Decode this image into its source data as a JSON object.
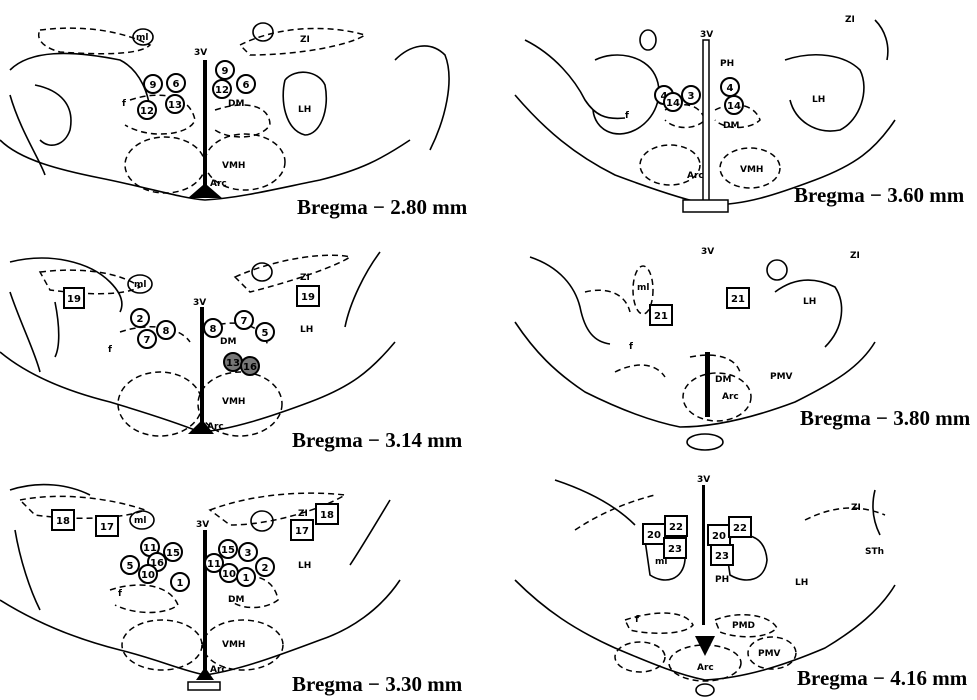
{
  "panels": [
    {
      "id": "p1",
      "bregma": "Bregma − 2.80 mm",
      "regions": [
        "ml",
        "ZI",
        "3V",
        "LH",
        "DM",
        "VMH",
        "Arc",
        "f"
      ],
      "sites": [
        {
          "label": "9",
          "shape": "circle",
          "dark": false
        },
        {
          "label": "6",
          "shape": "circle",
          "dark": false
        },
        {
          "label": "12",
          "shape": "circle",
          "dark": false
        },
        {
          "label": "13",
          "shape": "circle",
          "dark": false
        },
        {
          "label": "9",
          "shape": "circle",
          "dark": false
        },
        {
          "label": "12",
          "shape": "circle",
          "dark": false
        },
        {
          "label": "6",
          "shape": "circle",
          "dark": false
        }
      ]
    },
    {
      "id": "p2",
      "bregma": "Bregma − 3.60 mm",
      "regions": [
        "ZI",
        "3V",
        "PH",
        "LH",
        "DM",
        "Arc",
        "VMH",
        "f"
      ],
      "sites": [
        {
          "label": "4",
          "shape": "circle",
          "dark": false
        },
        {
          "label": "14",
          "shape": "circle",
          "dark": false
        },
        {
          "label": "3",
          "shape": "circle",
          "dark": false
        },
        {
          "label": "4",
          "shape": "circle",
          "dark": false
        },
        {
          "label": "14",
          "shape": "circle",
          "dark": false
        }
      ]
    },
    {
      "id": "p3",
      "bregma": "Bregma − 3.14 mm",
      "regions": [
        "ml",
        "ZI",
        "3V",
        "LH",
        "DM",
        "VMH",
        "Arc",
        "f"
      ],
      "sites": [
        {
          "label": "19",
          "shape": "square",
          "dark": false
        },
        {
          "label": "2",
          "shape": "circle",
          "dark": false
        },
        {
          "label": "8",
          "shape": "circle",
          "dark": false
        },
        {
          "label": "7",
          "shape": "circle",
          "dark": false
        },
        {
          "label": "8",
          "shape": "circle",
          "dark": false
        },
        {
          "label": "7",
          "shape": "circle",
          "dark": false
        },
        {
          "label": "5",
          "shape": "circle",
          "dark": false
        },
        {
          "label": "13",
          "shape": "circle",
          "dark": true
        },
        {
          "label": "16",
          "shape": "circle",
          "dark": true
        },
        {
          "label": "19",
          "shape": "square",
          "dark": false
        }
      ]
    },
    {
      "id": "p4",
      "bregma": "Bregma − 3.80 mm",
      "regions": [
        "ZI",
        "3V",
        "ml",
        "LH",
        "DM",
        "PMV",
        "Arc",
        "f"
      ],
      "sites": [
        {
          "label": "21",
          "shape": "square",
          "dark": false
        },
        {
          "label": "21",
          "shape": "square",
          "dark": false
        }
      ]
    },
    {
      "id": "p5",
      "bregma": "Bregma − 3.30 mm",
      "regions": [
        "ml",
        "ZI",
        "3V",
        "LH",
        "DM",
        "VMH",
        "Arc",
        "f"
      ],
      "sites": [
        {
          "label": "18",
          "shape": "square",
          "dark": false
        },
        {
          "label": "17",
          "shape": "square",
          "dark": false
        },
        {
          "label": "11",
          "shape": "circle",
          "dark": false
        },
        {
          "label": "15",
          "shape": "circle",
          "dark": false
        },
        {
          "label": "5",
          "shape": "circle",
          "dark": false
        },
        {
          "label": "16",
          "shape": "circle",
          "dark": false
        },
        {
          "label": "10",
          "shape": "circle",
          "dark": false
        },
        {
          "label": "1",
          "shape": "circle",
          "dark": false
        },
        {
          "label": "15",
          "shape": "circle",
          "dark": false
        },
        {
          "label": "3",
          "shape": "circle",
          "dark": false
        },
        {
          "label": "11",
          "shape": "circle",
          "dark": false
        },
        {
          "label": "2",
          "shape": "circle",
          "dark": false
        },
        {
          "label": "10",
          "shape": "circle",
          "dark": false
        },
        {
          "label": "1",
          "shape": "circle",
          "dark": false
        },
        {
          "label": "17",
          "shape": "square",
          "dark": false
        },
        {
          "label": "18",
          "shape": "square",
          "dark": false
        }
      ]
    },
    {
      "id": "p6",
      "bregma": "Bregma − 4.16 mm",
      "regions": [
        "ZI",
        "3V",
        "STh",
        "LH",
        "PH",
        "PMD",
        "PMV",
        "Arc",
        "f",
        "ml"
      ],
      "sites": [
        {
          "label": "20",
          "shape": "square",
          "dark": false
        },
        {
          "label": "22",
          "shape": "square",
          "dark": false
        },
        {
          "label": "23",
          "shape": "square",
          "dark": false
        },
        {
          "label": "20",
          "shape": "square",
          "dark": false
        },
        {
          "label": "22",
          "shape": "square",
          "dark": false
        },
        {
          "label": "23",
          "shape": "square",
          "dark": false
        }
      ]
    }
  ]
}
